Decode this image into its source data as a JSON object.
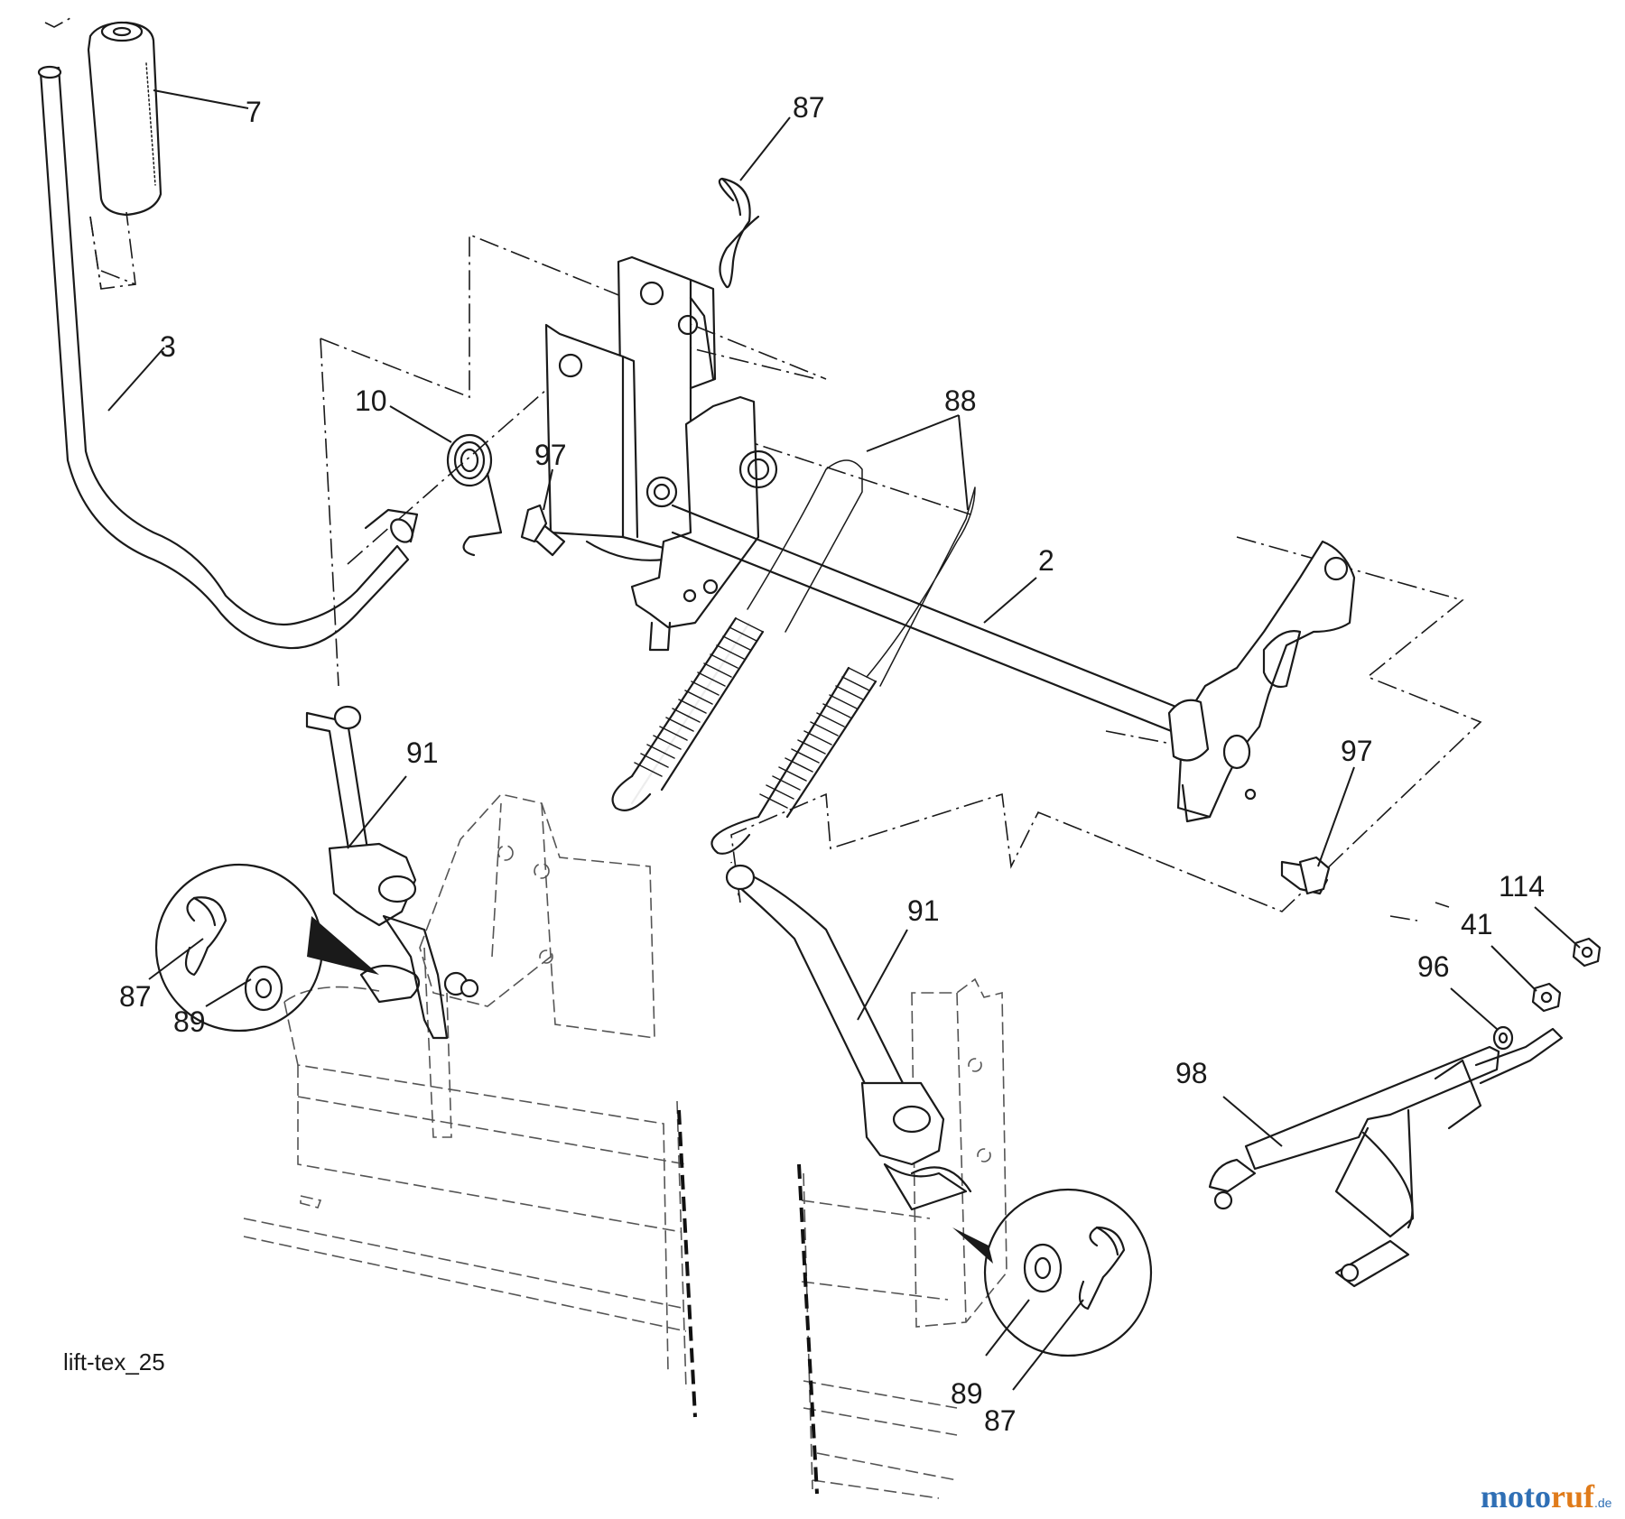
{
  "diagram": {
    "caption": "lift-tex_25",
    "watermark": {
      "part1": "moto",
      "part2": "ruf",
      "suffix": ".de"
    },
    "callouts": [
      {
        "id": "c-7",
        "label": "7"
      },
      {
        "id": "c-87-top",
        "label": "87"
      },
      {
        "id": "c-3",
        "label": "3"
      },
      {
        "id": "c-10",
        "label": "10"
      },
      {
        "id": "c-97-left",
        "label": "97"
      },
      {
        "id": "c-88",
        "label": "88"
      },
      {
        "id": "c-2",
        "label": "2"
      },
      {
        "id": "c-97-right",
        "label": "97"
      },
      {
        "id": "c-91-left",
        "label": "91"
      },
      {
        "id": "c-91-right",
        "label": "91"
      },
      {
        "id": "c-87-left",
        "label": "87"
      },
      {
        "id": "c-89-left",
        "label": "89"
      },
      {
        "id": "c-114",
        "label": "114"
      },
      {
        "id": "c-41",
        "label": "41"
      },
      {
        "id": "c-96",
        "label": "96"
      },
      {
        "id": "c-98",
        "label": "98"
      },
      {
        "id": "c-89-right",
        "label": "89"
      },
      {
        "id": "c-87-right",
        "label": "87"
      }
    ]
  }
}
